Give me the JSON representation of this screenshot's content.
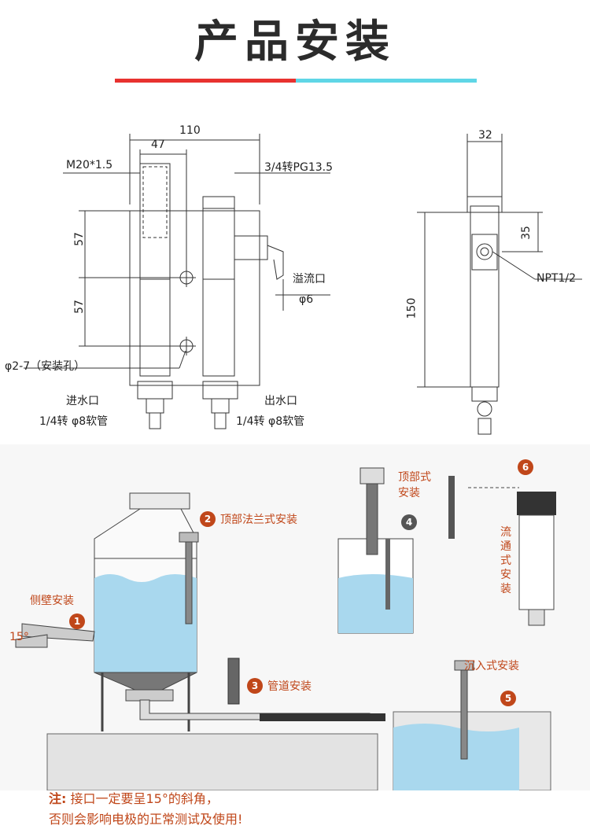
{
  "header": {
    "title": "产品安装",
    "accent_left": "#e8322f",
    "accent_right": "#5fd6e6"
  },
  "drawing_front": {
    "dim_total_width": "110",
    "dim_left_width": "47",
    "thread_left": "M20*1.5",
    "thread_right": "3/4转PG13.5",
    "dim_upper_height": "57",
    "dim_lower_height": "57",
    "overflow_label": "溢流口",
    "overflow_diameter": "φ6",
    "mount_hole": "φ2-7（安装孔）",
    "inlet_label": "进水口",
    "inlet_spec": "1/4转 φ8软管",
    "outlet_label": "出水口",
    "outlet_spec": "1/4转 φ8软管"
  },
  "drawing_side": {
    "dim_width": "32",
    "dim_upper": "35",
    "dim_height": "150",
    "port_label": "NPT1/2"
  },
  "installations": {
    "side_wall": {
      "num": "1",
      "label": "侧壁安装",
      "angle": "15°"
    },
    "top_flange": {
      "num": "2",
      "label": "顶部法兰式安装"
    },
    "pipeline": {
      "num": "3",
      "label": "管道安装"
    },
    "top": {
      "num": "4",
      "label": "顶部式安装",
      "label_line1": "顶部式",
      "label_line2": "安装"
    },
    "immersion": {
      "num": "5",
      "label": "沉入式安装"
    },
    "flow": {
      "num": "6",
      "label": "流通式安装"
    }
  },
  "note": {
    "prefix": "注:",
    "line1": "接口一定要呈15°的斜角，",
    "line2": "否则会影响电极的正常测试及使用!"
  }
}
